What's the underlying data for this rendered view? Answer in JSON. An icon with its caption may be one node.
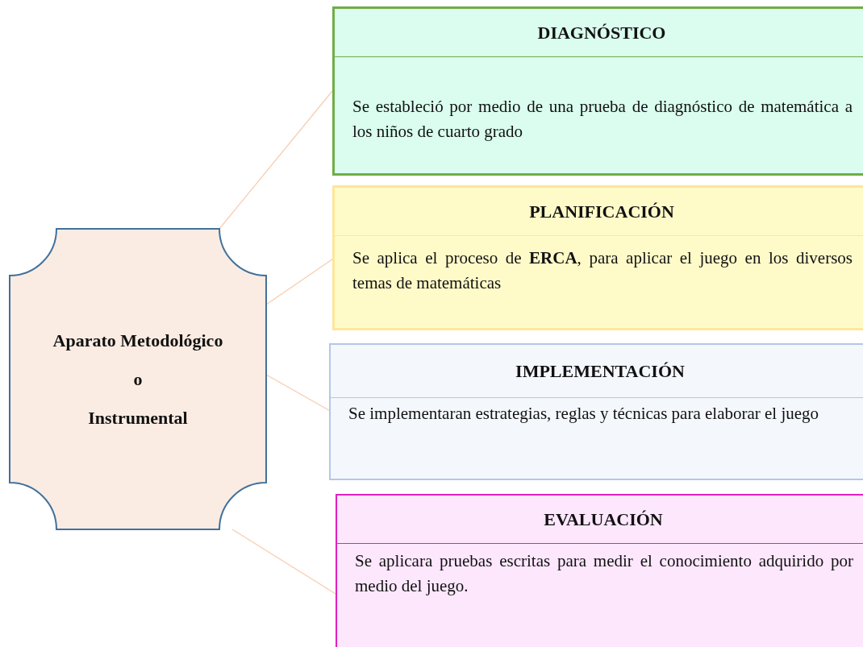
{
  "diagram": {
    "nodes": [
      {
        "text": [
          "Aparato Metodológico",
          "o",
          "Instrumental"
        ]
      },
      {
        "text": [
          "DIAGNÓSTICO",
          "Se estableció por medio de una prueba de diagnóstico de matemática a los niños de cuarto grado"
        ]
      },
      {
        "text": [
          "PLANIFICACIÓN",
          "Se aplica el proceso de **ERCA**, para aplicar el juego en los diversos temas de matemáticas"
        ]
      },
      {
        "text": [
          "IMPLEMENTACIÓN",
          "Se implementaran estrategias, reglas y técnicas para elaborar el juego"
        ]
      },
      {
        "text": [
          "EVALUACIÓN",
          "Se aplicara pruebas escritas para medir el conocimiento adquirido por medio del juego."
        ]
      }
    ],
    "edges": [
      {
        "from": 0,
        "to": 1,
        "arrow": "none"
      },
      {
        "from": 0,
        "to": 2,
        "arrow": "none"
      },
      {
        "from": 0,
        "to": 3,
        "arrow": "none"
      },
      {
        "from": 0,
        "to": 4,
        "arrow": "none"
      }
    ]
  }
}
